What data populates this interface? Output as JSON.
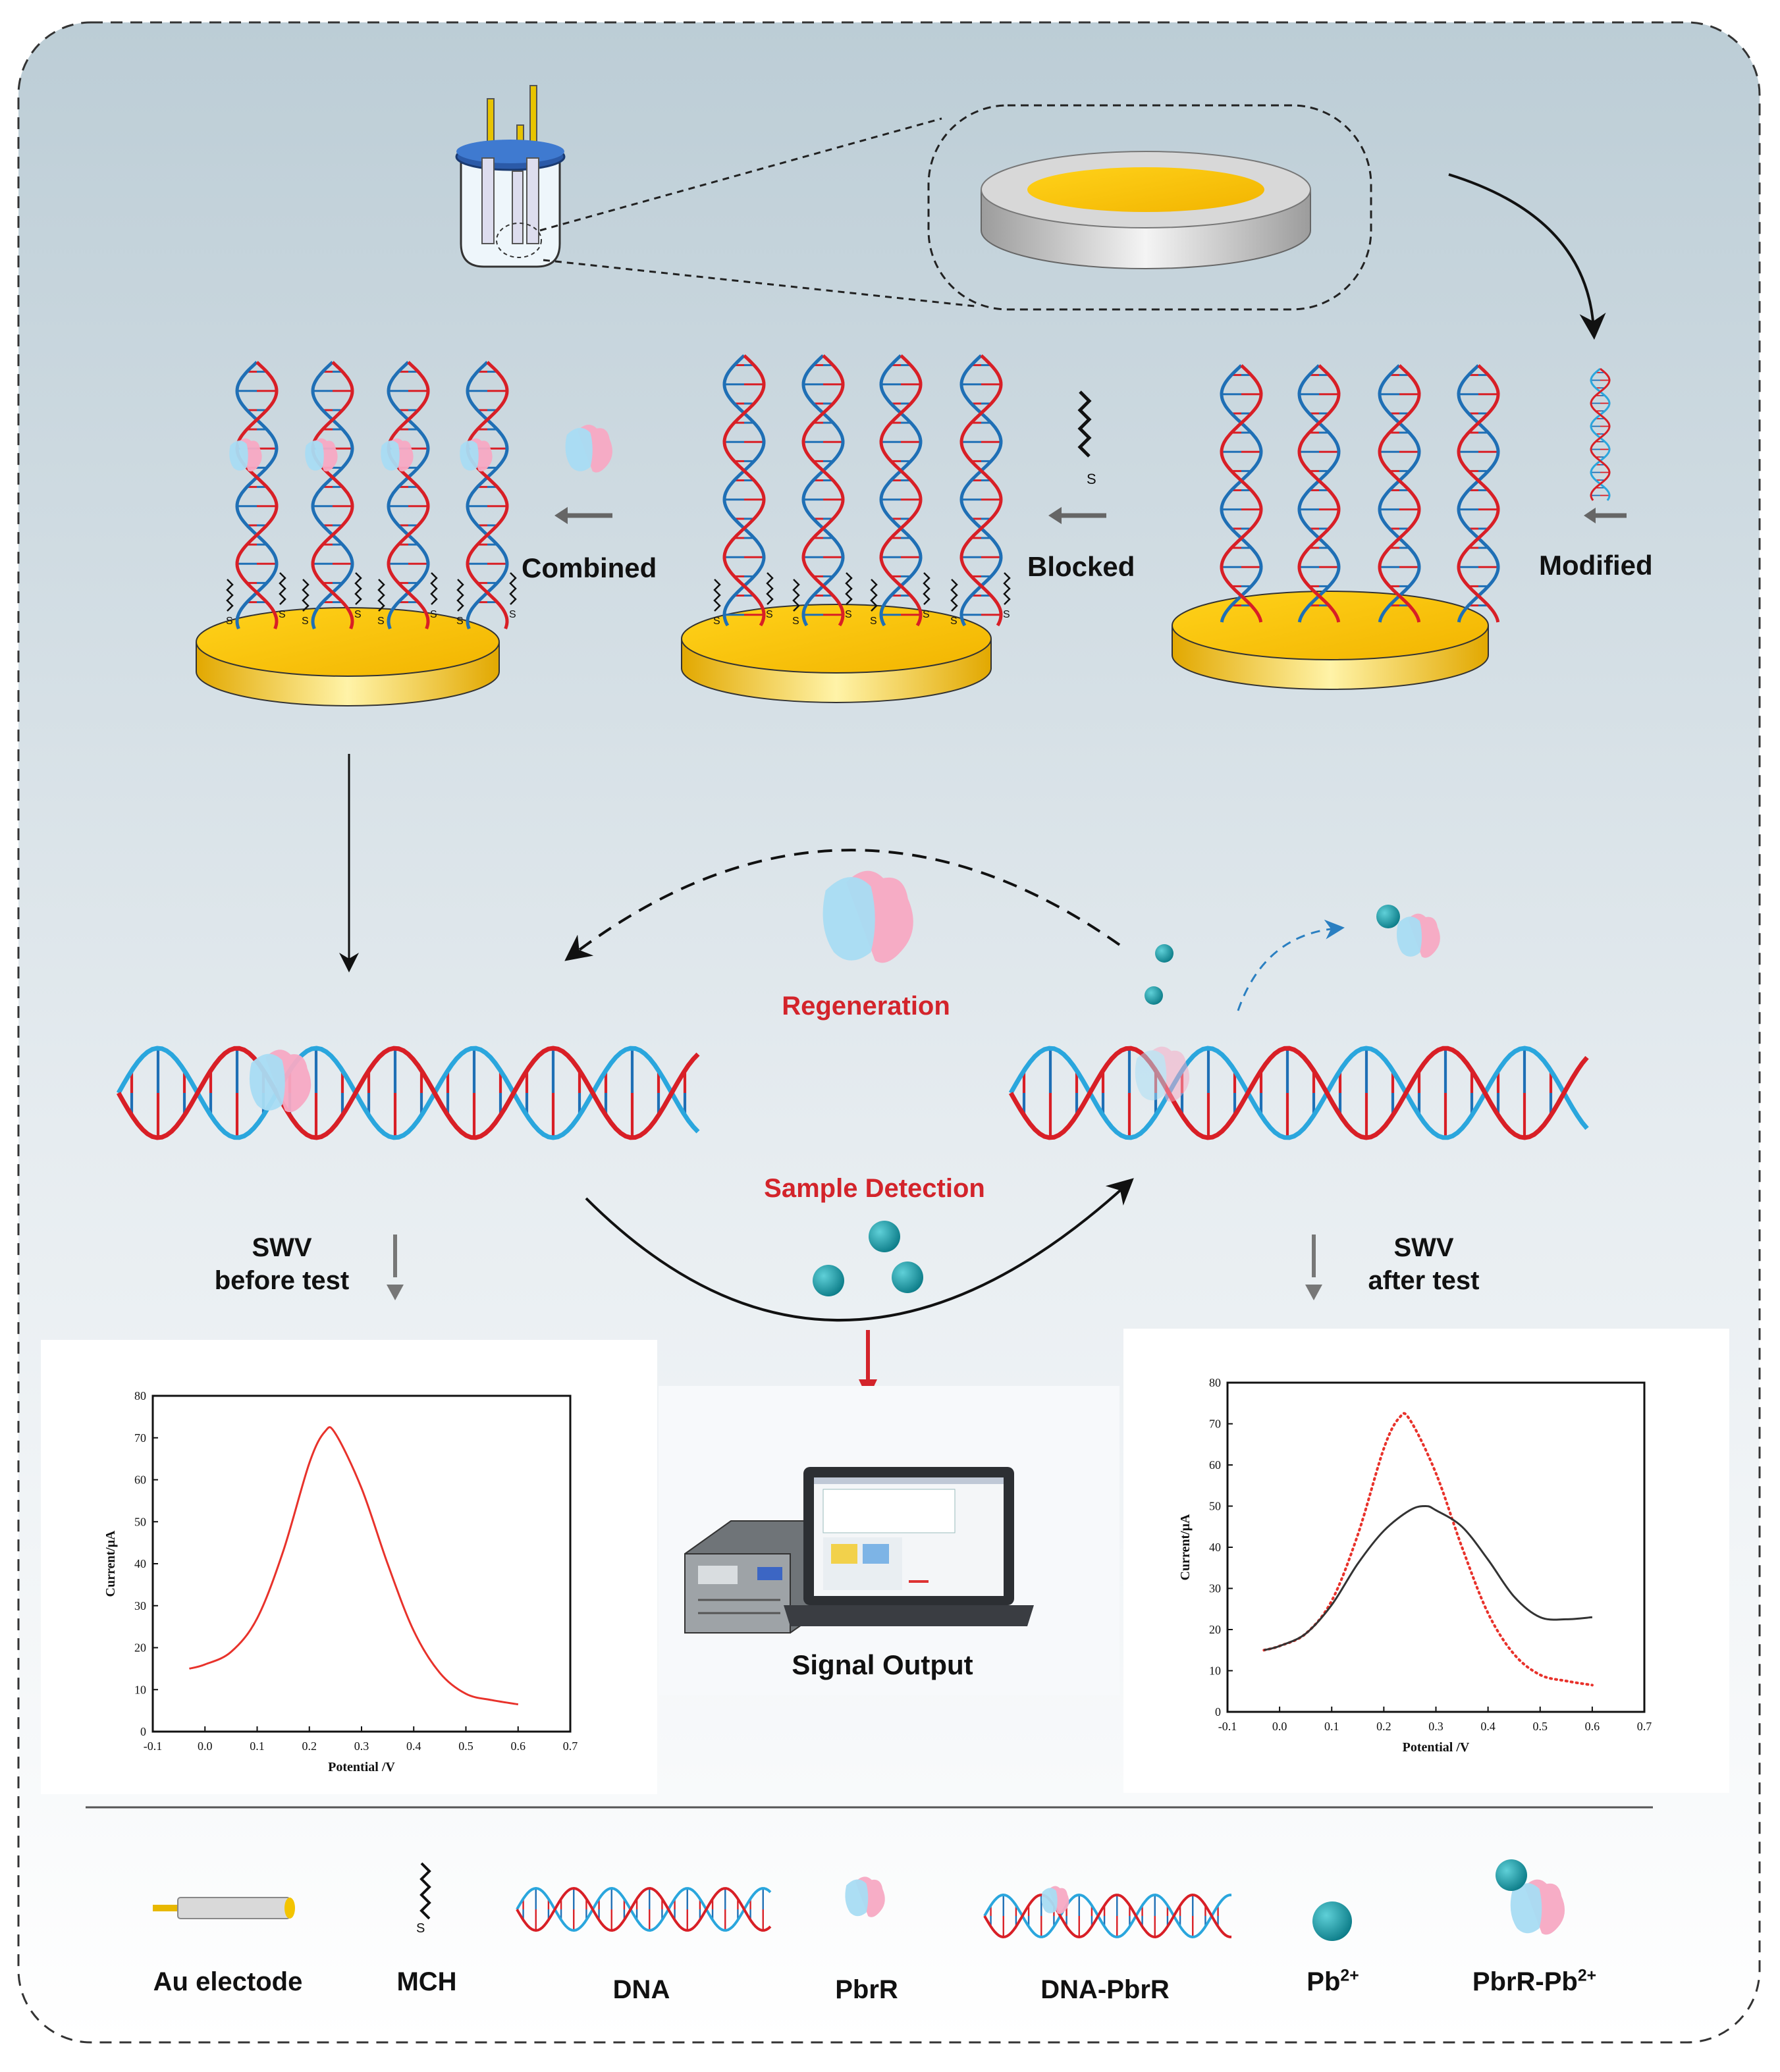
{
  "steps": {
    "modified": "Modified",
    "blocked": "Blocked",
    "combined": "Combined"
  },
  "cycle": {
    "regeneration": "Regeneration",
    "sample_detection": "Sample Detection",
    "signal_output": "Signal Output"
  },
  "swv": {
    "before_line1": "SWV",
    "before_line2": "before test",
    "after_line1": "SWV",
    "after_line2": "after test"
  },
  "legend": {
    "au_electrode": "Au electode",
    "mch": "MCH",
    "dna": "DNA",
    "pbrr": "PbrR",
    "dna_pbrr": "DNA-PbrR",
    "pb_base": "Pb",
    "pb_sup": "2+",
    "pbrr_pb_base": "PbrR-Pb",
    "pbrr_pb_sup": "2+"
  },
  "colors": {
    "background_top": "#bccdd6",
    "background_bottom": "#ffffff",
    "gold": "#f5c400",
    "dna_red": "#d81f26",
    "dna_blue": "#1f6fb5",
    "dna_light_blue": "#2aa6dd",
    "protein_blue": "#a8dcf3",
    "protein_pink": "#f7a9c3",
    "pb_ion": "#14929e",
    "label_red": "#d3242b"
  },
  "chart_data": [
    {
      "type": "line",
      "title": "",
      "xlabel": "Potential /V",
      "ylabel": "Current/μA",
      "xlim": [
        -0.1,
        0.7
      ],
      "ylim": [
        0,
        80
      ],
      "xticks": [
        "-0.1",
        "0.0",
        "0.1",
        "0.2",
        "0.3",
        "0.4",
        "0.5",
        "0.6",
        "0.7"
      ],
      "yticks": [
        "0",
        "10",
        "20",
        "30",
        "40",
        "50",
        "60",
        "70",
        "80"
      ],
      "series": [
        {
          "style": "solid",
          "color": "#e8322b",
          "x": [
            -0.03,
            0.0,
            0.05,
            0.1,
            0.15,
            0.2,
            0.23,
            0.25,
            0.3,
            0.35,
            0.4,
            0.45,
            0.5,
            0.55,
            0.6
          ],
          "y": [
            15,
            16,
            19,
            27,
            43,
            64,
            71.5,
            71,
            58,
            40,
            24,
            14,
            9,
            7.5,
            6.5
          ]
        }
      ]
    },
    {
      "type": "line",
      "title": "",
      "xlabel": "Potential /V",
      "ylabel": "Current/μA",
      "xlim": [
        -0.1,
        0.7
      ],
      "ylim": [
        0,
        80
      ],
      "xticks": [
        "-0.1",
        "0.0",
        "0.1",
        "0.2",
        "0.3",
        "0.4",
        "0.5",
        "0.6",
        "0.7"
      ],
      "yticks": [
        "0",
        "10",
        "20",
        "30",
        "40",
        "50",
        "60",
        "70",
        "80"
      ],
      "series": [
        {
          "style": "dotted",
          "color": "#e8322b",
          "x": [
            -0.03,
            0.0,
            0.05,
            0.1,
            0.15,
            0.2,
            0.23,
            0.25,
            0.3,
            0.35,
            0.4,
            0.45,
            0.5,
            0.55,
            0.6
          ],
          "y": [
            15,
            16,
            19,
            27,
            43,
            64,
            71.5,
            71,
            58,
            40,
            24,
            14,
            9,
            7.5,
            6.5
          ]
        },
        {
          "style": "solid",
          "color": "#333333",
          "x": [
            -0.03,
            0.0,
            0.05,
            0.1,
            0.15,
            0.2,
            0.25,
            0.28,
            0.3,
            0.35,
            0.4,
            0.45,
            0.5,
            0.55,
            0.6
          ],
          "y": [
            15,
            16,
            19,
            26,
            36,
            44,
            49,
            50,
            49,
            45,
            37,
            28,
            23,
            22.5,
            23
          ]
        }
      ]
    }
  ]
}
